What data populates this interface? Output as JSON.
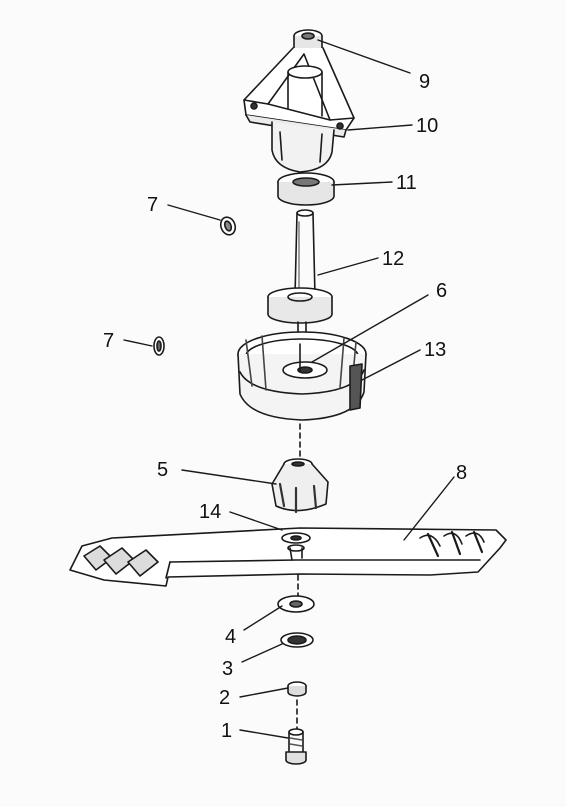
{
  "diagram": {
    "title": "",
    "labels": {
      "n1": "1",
      "n2": "2",
      "n3": "3",
      "n4": "4",
      "n5": "5",
      "n6": "6",
      "n7a": "7",
      "n7b": "7",
      "n8": "8",
      "n9": "9",
      "n10": "10",
      "n11": "11",
      "n12": "12",
      "n13": "13",
      "n14": "14"
    },
    "colors": {
      "ink": "#1a1a1a",
      "fill": "#ffffff",
      "shade": "#cfcfcf",
      "dark": "#555555"
    }
  }
}
